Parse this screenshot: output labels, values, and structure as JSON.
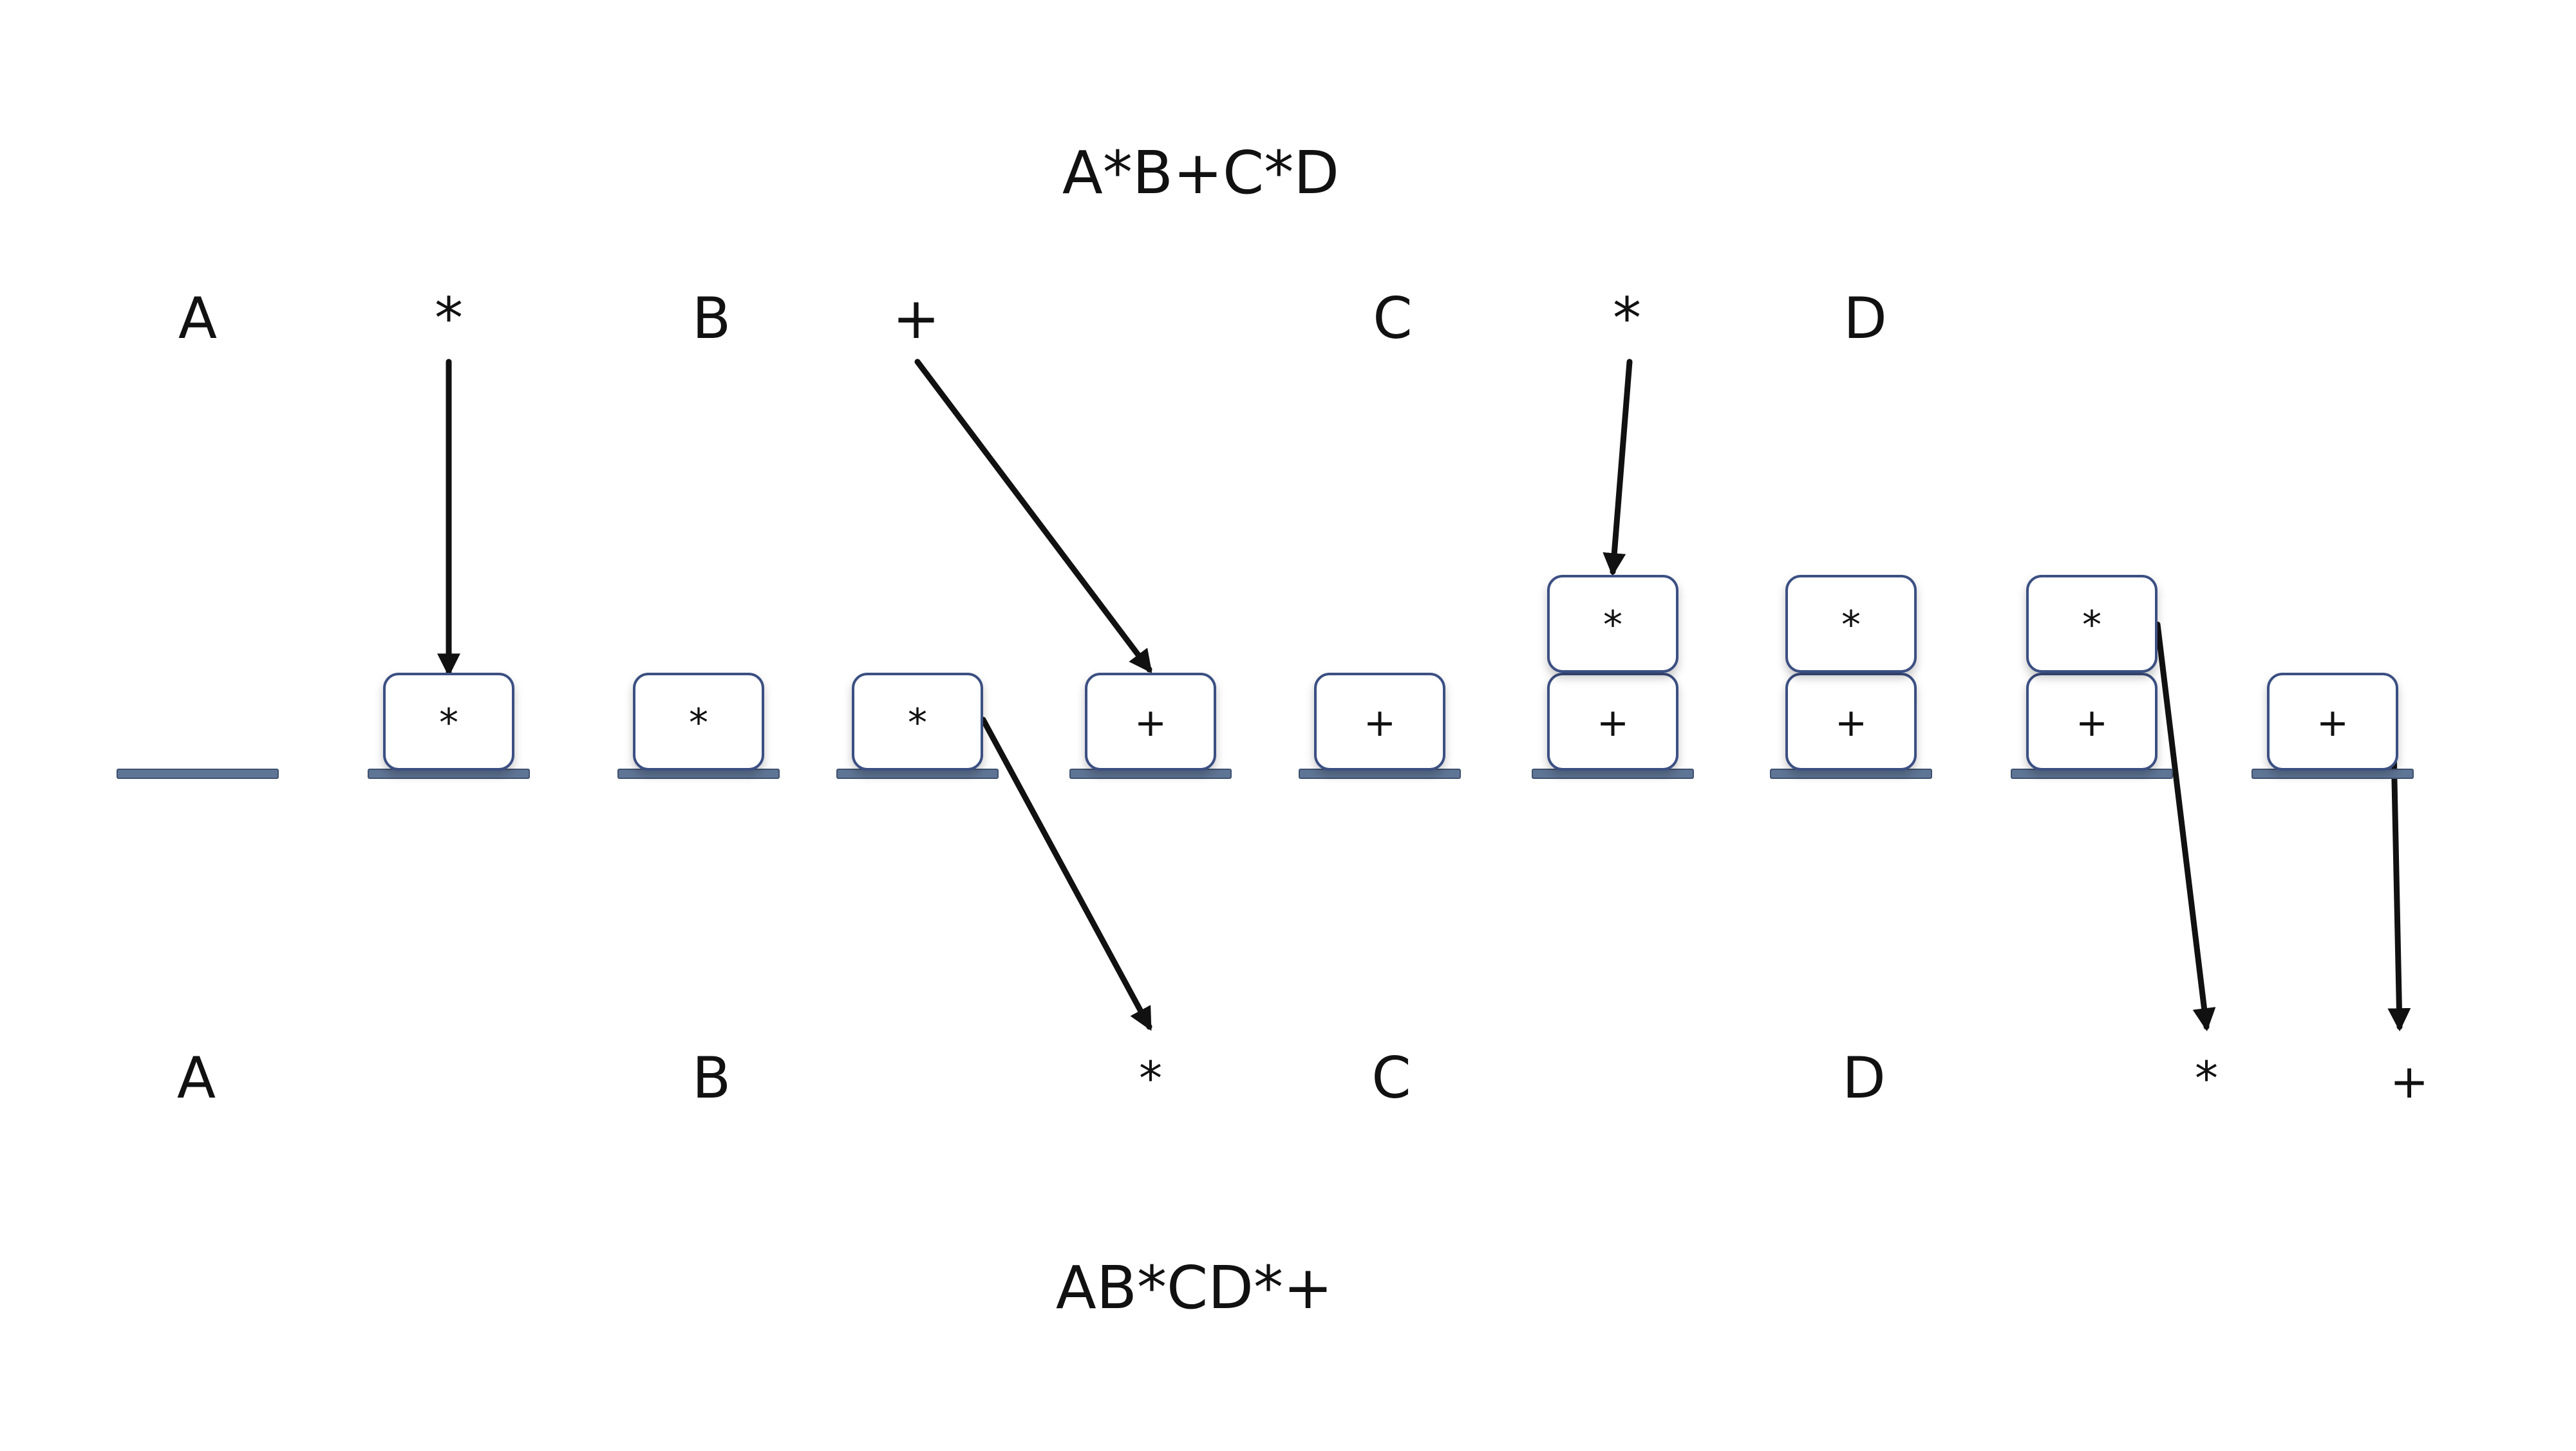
{
  "infix_expression": "A*B+C*D",
  "postfix_expression": "AB*CD*+",
  "input_tokens": [
    "A",
    "*",
    "B",
    "+",
    "C",
    "*",
    "D"
  ],
  "stack_states": [
    [],
    [
      "*"
    ],
    [
      "*"
    ],
    [
      "*"
    ],
    [
      "+"
    ],
    [
      "+"
    ],
    [
      "+",
      "*"
    ],
    [
      "+",
      "*"
    ],
    [
      "+",
      "*"
    ],
    [
      "+"
    ]
  ],
  "output_tokens": [
    "A",
    "B",
    "*",
    "C",
    "D",
    "*",
    "+"
  ],
  "colors": {
    "stack_base": "#5f7595",
    "cell_border": "#3b4f82",
    "arrow": "#111111",
    "text": "#111111"
  }
}
